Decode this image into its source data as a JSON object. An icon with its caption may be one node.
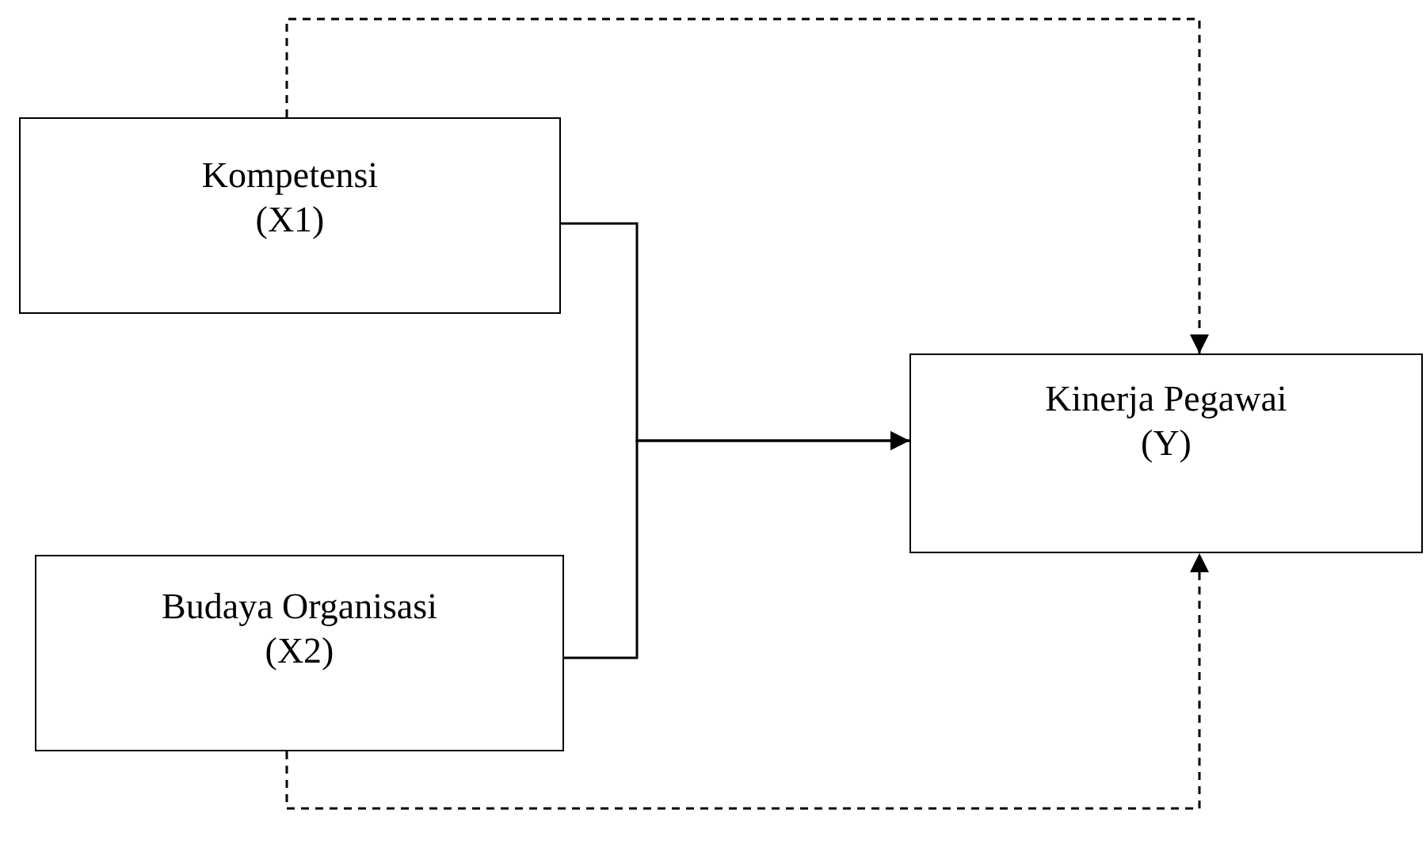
{
  "diagram": {
    "nodes": [
      {
        "text": [
          "Kompetensi",
          "(X1)"
        ]
      },
      {
        "text": [
          "Budaya Organisasi",
          "(X2)"
        ]
      },
      {
        "text": [
          "Kinerja Pegawai",
          "(Y)"
        ]
      }
    ],
    "edges": [
      {
        "from": 0,
        "to": 2,
        "arrow": "to"
      },
      {
        "from": 1,
        "to": 2,
        "arrow": "to"
      },
      {
        "from": 0,
        "to": 2,
        "arrow": "to",
        "style": "dashed"
      },
      {
        "from": 1,
        "to": 2,
        "arrow": "to",
        "style": "dashed"
      }
    ]
  }
}
